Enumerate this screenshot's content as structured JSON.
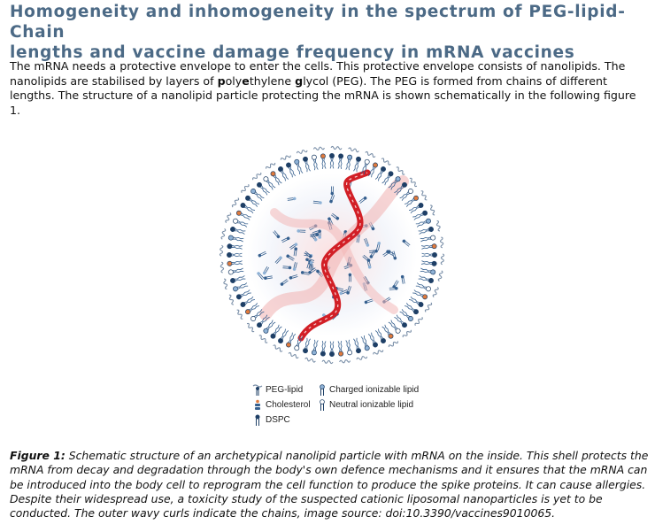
{
  "article": {
    "title_line1": "Homogeneity and inhomogeneity in the spectrum of PEG-lipid-Chain",
    "title_line2": "lengths and vaccine damage frequency in mRNA vaccines",
    "intro": {
      "part1": "The mRNA needs a protective envelope to enter the cells. This protective envelope consists of nanolipids. The nanolipids are stabilised by layers of ",
      "p": "p",
      "part2": "oly",
      "e": "e",
      "part3": "thylene ",
      "g": "g",
      "part4": "lycol (PEG). The PEG is formed from chains of different lengths. The structure of a nanolipid particle protecting the mRNA is shown schematically in the following figure 1."
    }
  },
  "figure": {
    "legend": {
      "peg_lipid": "PEG-lipid",
      "charged": "Charged ionizable lipid",
      "cholesterol": "Cholesterol",
      "neutral": "Neutral ionizable lipid",
      "dspc": "DSPC"
    },
    "colors": {
      "lipid_dark": "#1e3f66",
      "lipid_mid": "#355f8e",
      "lipid_light": "#8fb2d6",
      "peg": "#7a8fa8",
      "mrna": "#d21f26",
      "mrna_glow": "#f2b8b8",
      "accent_orange": "#e07a3c"
    },
    "caption": {
      "label": "Figure 1:",
      "text": " Schematic structure of an archetypical nanolipid particle with mRNA on the inside. This shell protects the mRNA from decay and degradation through the body's own defence mechanisms and it ensures that the mRNA can be introduced into the body cell to reprogram the cell function to produce the spike proteins. It can cause allergies. Despite their widespread use, a toxicity study of the suspected cationic liposomal nanoparticles is yet to be conducted. The outer wavy curls indicate the chains, image source: doi:10.3390/vaccines9010065."
    }
  }
}
